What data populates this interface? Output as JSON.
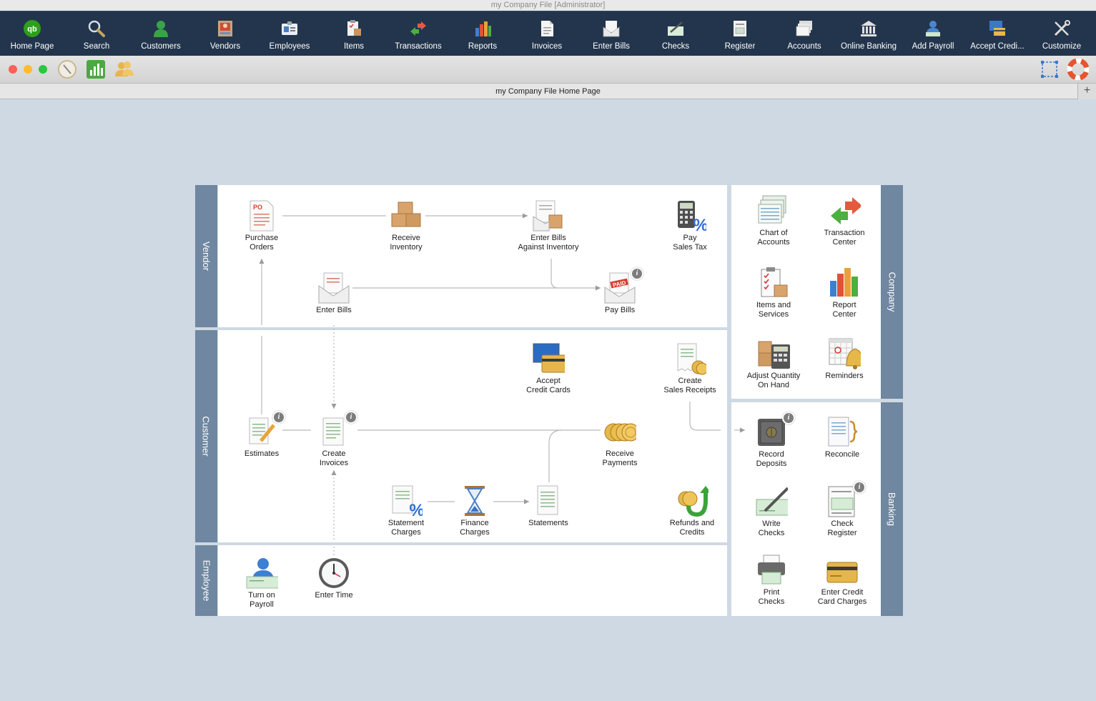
{
  "window": {
    "title": "my Company File [Administrator]"
  },
  "toolbar": {
    "items": [
      {
        "label": "Home Page",
        "icon": "quickbooks-logo-icon"
      },
      {
        "label": "Search",
        "icon": "magnifier-icon"
      },
      {
        "label": "Customers",
        "icon": "customer-person-icon"
      },
      {
        "label": "Vendors",
        "icon": "vendor-icon"
      },
      {
        "label": "Employees",
        "icon": "employee-badge-icon"
      },
      {
        "label": "Items",
        "icon": "items-clipboard-icon"
      },
      {
        "label": "Transactions",
        "icon": "transactions-arrows-icon"
      },
      {
        "label": "Reports",
        "icon": "reports-bars-icon"
      },
      {
        "label": "Invoices",
        "icon": "invoice-document-icon"
      },
      {
        "label": "Enter Bills",
        "icon": "bill-envelope-icon"
      },
      {
        "label": "Checks",
        "icon": "check-pen-icon"
      },
      {
        "label": "Register",
        "icon": "register-icon"
      },
      {
        "label": "Accounts",
        "icon": "accounts-stack-icon"
      },
      {
        "label": "Online Banking",
        "icon": "bank-building-icon"
      },
      {
        "label": "Add Payroll",
        "icon": "payroll-person-icon"
      },
      {
        "label": "Accept Credi...",
        "icon": "credit-card-screen-icon"
      },
      {
        "label": "Customize",
        "icon": "tools-icon"
      }
    ]
  },
  "page_tab": {
    "title": "my Company File Home Page",
    "add_label": "+"
  },
  "sections": {
    "vendor": "Vendor",
    "customer": "Customer",
    "employee": "Employee",
    "company": "Company",
    "banking": "Banking"
  },
  "workflow": {
    "purchase_orders": "Purchase\nOrders",
    "receive_inventory": "Receive\nInventory",
    "enter_bills_against_inventory": "Enter Bills\nAgainst Inventory",
    "pay_sales_tax": "Pay\nSales Tax",
    "enter_bills": "Enter Bills",
    "pay_bills": "Pay Bills",
    "accept_credit_cards": "Accept\nCredit Cards",
    "create_sales_receipts": "Create\nSales Receipts",
    "estimates": "Estimates",
    "create_invoices": "Create\nInvoices",
    "receive_payments": "Receive\nPayments",
    "statement_charges": "Statement\nCharges",
    "finance_charges": "Finance\nCharges",
    "statements": "Statements",
    "refunds_and_credits": "Refunds and\nCredits",
    "turn_on_payroll": "Turn on\nPayroll",
    "enter_time": "Enter Time"
  },
  "company": {
    "chart_of_accounts": "Chart of\nAccounts",
    "transaction_center": "Transaction\nCenter",
    "items_and_services": "Items and\nServices",
    "report_center": "Report\nCenter",
    "adjust_quantity_on_hand": "Adjust Quantity\nOn Hand",
    "reminders": "Reminders"
  },
  "banking": {
    "record_deposits": "Record\nDeposits",
    "reconcile": "Reconcile",
    "write_checks": "Write\nChecks",
    "check_register": "Check\nRegister",
    "print_checks": "Print\nChecks",
    "enter_credit_card_charges": "Enter Credit\nCard Charges"
  },
  "info_badge": "i",
  "colors": {
    "toolbar_bg": "#23354c",
    "side_label_bg": "#6f87a0",
    "workspace_bg": "#cfd9e3"
  }
}
